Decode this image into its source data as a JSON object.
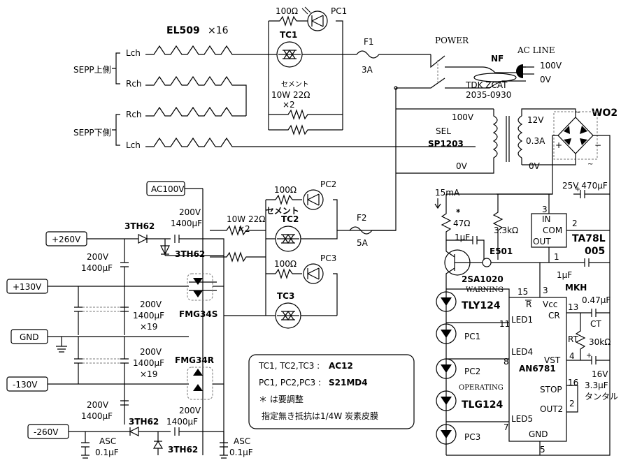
{
  "tubes": {
    "name": "EL509",
    "qty": "×16"
  },
  "sepp": {
    "upper": "SEPP上側",
    "lower": "SEPP下側",
    "lch": "Lch",
    "rch": "Rch"
  },
  "ports": {
    "ac100v": "AC100V",
    "p260": "+260V",
    "p130": "+130V",
    "gnd": "GND",
    "m130": "-130V",
    "m260": "-260V"
  },
  "parts": {
    "r100": "100Ω",
    "pc1": "PC1",
    "pc2": "PC2",
    "pc3": "PC3",
    "tc1": "TC1",
    "tc2": "TC2",
    "tc3": "TC3",
    "cement_a": "セメント",
    "cement_b": "10W 22Ω",
    "cement_c": "×2",
    "f1": "F1",
    "f1v": "3A",
    "f2": "F2",
    "f2v": "5A",
    "power": "POWER",
    "nf": "NF",
    "zcat1": "TDK ZCAT",
    "zcat2": "2035-0930",
    "acline": "AC LINE",
    "v100": "100V",
    "v0": "0V",
    "sel": "SEL",
    "sp": "SP1203",
    "t100": "100V",
    "t0a": "0V",
    "t12": "12V",
    "t03": "0.3A",
    "t0b": "0V",
    "wo2": "WO2",
    "c25": "25V 470μF",
    "i15": "15mA",
    "star": "*",
    "r47": "47Ω",
    "r33": "3.3kΩ",
    "c1a": "1μF",
    "c1b": "1μF",
    "e501": "E501",
    "q": "2SA1020",
    "reg": "TA78L",
    "reg2": "005",
    "in": "IN",
    "com": "COM",
    "out": "OUT",
    "p3": "3",
    "p2": "2",
    "p1": "1",
    "warning": "WARNING",
    "tly": "TLY124",
    "operating": "OPERATING",
    "tlg": "TLG124",
    "ic": "AN6781",
    "rbar": "R",
    "vcc": "Vcc",
    "led1": "LED1",
    "led4": "LED4",
    "led5": "LED5",
    "cr": "CR",
    "vst": "VST",
    "stop": "STOP",
    "out2": "OUT2",
    "icgnd": "GND",
    "n15": "15",
    "n3": "3",
    "n11": "11",
    "n8": "8",
    "n7": "7",
    "n13": "13",
    "n4": "4",
    "n16": "16",
    "n2": "2",
    "n5": "5",
    "mkh": "MKH",
    "c047": "0.47μF",
    "ct": "CT",
    "rt": "RT",
    "r30": "30kΩ",
    "c16": "16V",
    "c33": "3.3μF",
    "tantal": "タンタル",
    "th62": "3TH62",
    "c200": "200V",
    "c1400": "1400μF",
    "x19": "×19",
    "fmg34s": "FMG34S",
    "fmg34r": "FMG34R",
    "asc": "ASC",
    "c01": "0.1μF"
  },
  "notes": {
    "line1a": "TC1, TC2,TC3 :",
    "line1b": "AC12",
    "line2a": "PC1, PC2,PC3 :",
    "line2b": "S21MD4",
    "line3": "＊ は要調整",
    "line4": "指定無き抵抗は1/4W 炭素皮膜"
  }
}
